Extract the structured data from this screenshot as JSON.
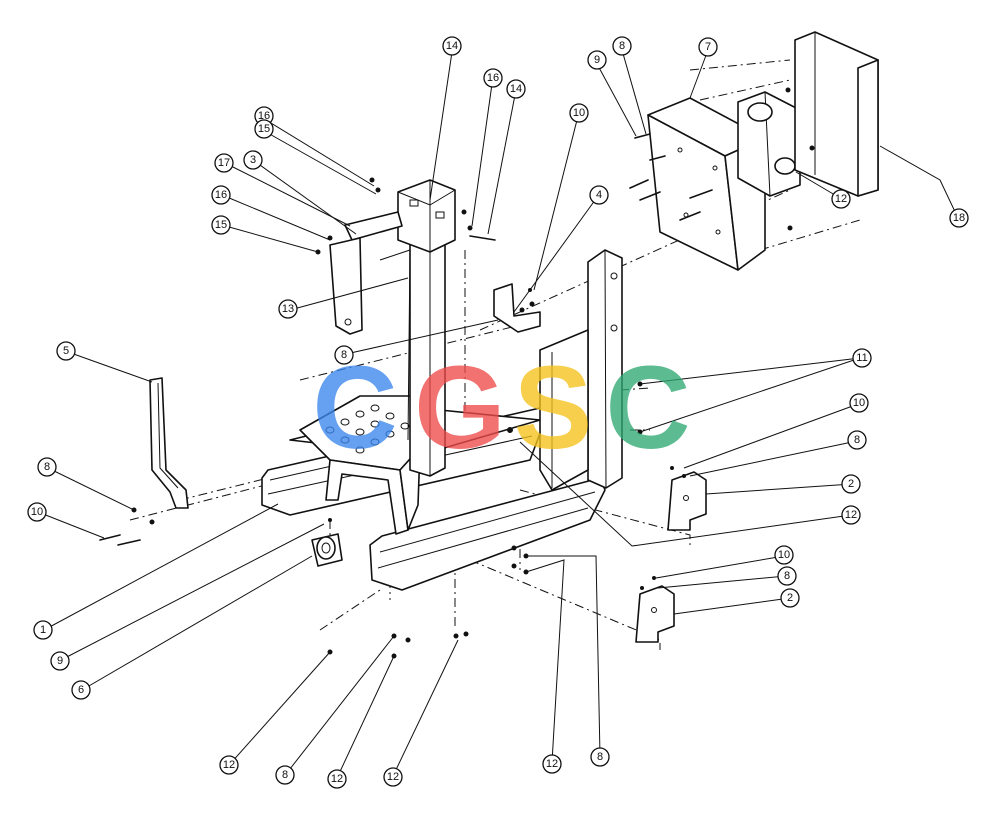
{
  "watermark": {
    "letters": [
      "C",
      "G",
      "S",
      "C"
    ],
    "colors": [
      "#3a86ee",
      "#ef4b4b",
      "#f5c21c",
      "#2fa871"
    ]
  },
  "callouts": [
    {
      "label": "14"
    },
    {
      "label": "16"
    },
    {
      "label": "14"
    },
    {
      "label": "16"
    },
    {
      "label": "15"
    },
    {
      "label": "17"
    },
    {
      "label": "3"
    },
    {
      "label": "16"
    },
    {
      "label": "15"
    },
    {
      "label": "13"
    },
    {
      "label": "10"
    },
    {
      "label": "4"
    },
    {
      "label": "9"
    },
    {
      "label": "8"
    },
    {
      "label": "7"
    },
    {
      "label": "12"
    },
    {
      "label": "18"
    },
    {
      "label": "5"
    },
    {
      "label": "8"
    },
    {
      "label": "11"
    },
    {
      "label": "10"
    },
    {
      "label": "8"
    },
    {
      "label": "2"
    },
    {
      "label": "12"
    },
    {
      "label": "8"
    },
    {
      "label": "10"
    },
    {
      "label": "1"
    },
    {
      "label": "9"
    },
    {
      "label": "6"
    },
    {
      "label": "10"
    },
    {
      "label": "8"
    },
    {
      "label": "2"
    },
    {
      "label": "12"
    },
    {
      "label": "8"
    },
    {
      "label": "12"
    },
    {
      "label": "12"
    },
    {
      "label": "12"
    },
    {
      "label": "8"
    }
  ]
}
